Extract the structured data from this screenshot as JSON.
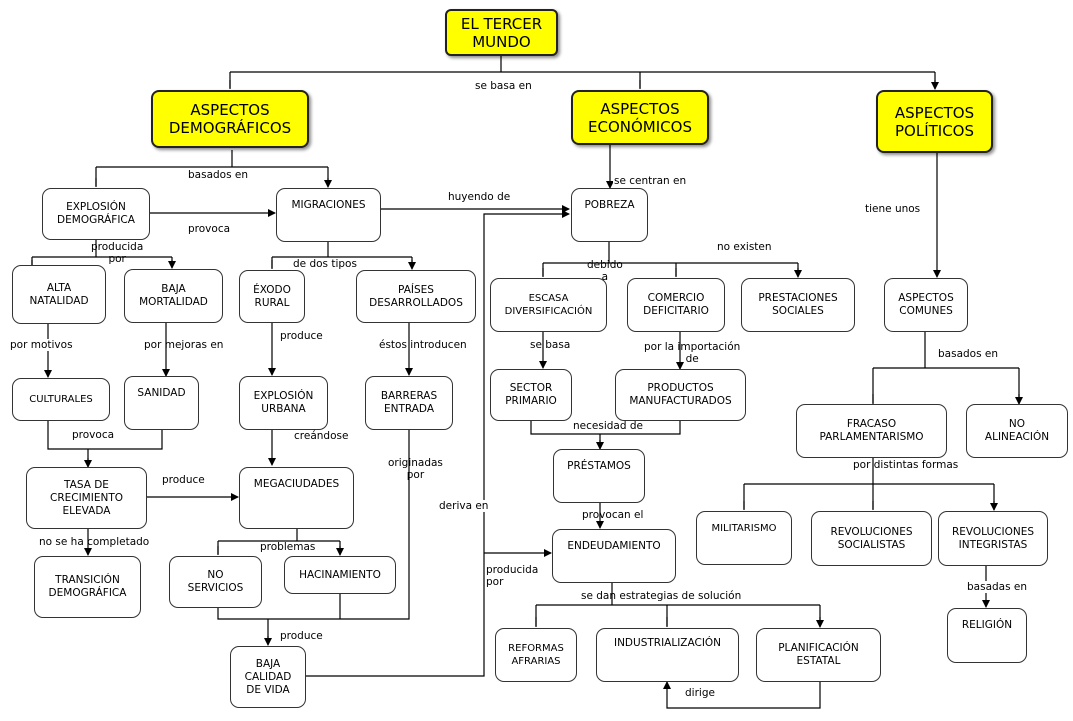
{
  "nodes": {
    "tercer_mundo": "EL TERCER\nMUNDO",
    "asp_demo": "ASPECTOS\nDEMOGRÁFICOS",
    "asp_eco": "ASPECTOS\nECONÓMICOS",
    "asp_pol": "ASPECTOS\nPOLÍTICOS",
    "explosion_demo": "EXPLOSIÓN\nDEMOGRÁFICA",
    "migraciones": "MIGRACIONES",
    "pobreza": "POBREZA",
    "alta_natalidad": "ALTA\nNATALIDAD",
    "baja_mortalidad": "BAJA\nMORTALIDAD",
    "exodo_rural": "ÉXODO\nRURAL",
    "paises_des": "PAÍSES\nDESARROLLADOS",
    "escasa_div": "ESCASA\nDIVERSIFICACIÓN",
    "comercio_def": "COMERCIO\nDEFICITARIO",
    "prestaciones": "PRESTACIONES\nSOCIALES",
    "aspectos_comunes": "ASPECTOS\nCOMUNES",
    "culturales": "CULTURALES",
    "sanidad": "SANIDAD",
    "explosion_urb": "EXPLOSIÓN\nURBANA",
    "barreras": "BARRERAS\nENTRADA",
    "sector_prim": "SECTOR\nPRIMARIO",
    "productos_man": "PRODUCTOS\nMANUFACTURADOS",
    "fracaso": "FRACASO\nPARLAMENTARISMO",
    "no_alineacion": "NO\nALINEACIÓN",
    "tasa": "TASA DE\nCRECIMIENTO\nELEVADA",
    "megaciudades": "MEGACIUDADES",
    "prestamos": "PRÉSTAMOS",
    "militarismo": "MILITARISMO",
    "rev_soc": "REVOLUCIONES\nSOCIALISTAS",
    "rev_int": "REVOLUCIONES\nINTEGRISTAS",
    "transicion": "TRANSICIÓN\nDEMOGRÁFICA",
    "no_servicios": "NO\nSERVICIOS",
    "hacinamiento": "HACINAMIENTO",
    "endeudamiento": "ENDEUDAMIENTO",
    "reformas": "REFORMAS\nAFRARIAS",
    "industrializacion": "INDUSTRIALIZACIÓN",
    "planificacion": "PLANIFICACIÓN\nESTATAL",
    "religion": "RELIGIÓN",
    "baja_calidad": "BAJA\nCALIDAD\nDE VIDA"
  },
  "labels": {
    "se_basa_en": "se basa en",
    "basados_en_1": "basados en",
    "se_centran_en": "se centran en",
    "huyendo_de": "huyendo de",
    "tiene_unos": "tiene unos",
    "provoca_1": "provoca",
    "producida_por_1": "producida\npor",
    "de_dos_tipos": "de dos tipos",
    "debido_a": "debido\na",
    "no_existen": "no existen",
    "por_motivos": "por motivos",
    "por_mejoras_en": "por mejoras en",
    "produce_1": "produce",
    "estos_introducen": "éstos introducen",
    "se_basa": "se basa",
    "por_la_importacion": "por la importación\nde",
    "basados_en_2": "basados en",
    "provoca_2": "provoca",
    "creandose": "creándose",
    "necesidad_de": "necesidad de",
    "produce_2": "produce",
    "originadas_por": "originadas\npor",
    "por_distintas_formas": "por distintas formas",
    "deriva_en": "deriva en",
    "provocan_el": "provocan el",
    "no_se_ha_completado": "no se ha completado",
    "problemas": "problemas",
    "producida_por_2": "producida\npor",
    "basadas_en": "basadas en",
    "se_dan_estrategias": "se dan estrategias de solución",
    "produce_3": "produce",
    "dirige": "dirige"
  }
}
